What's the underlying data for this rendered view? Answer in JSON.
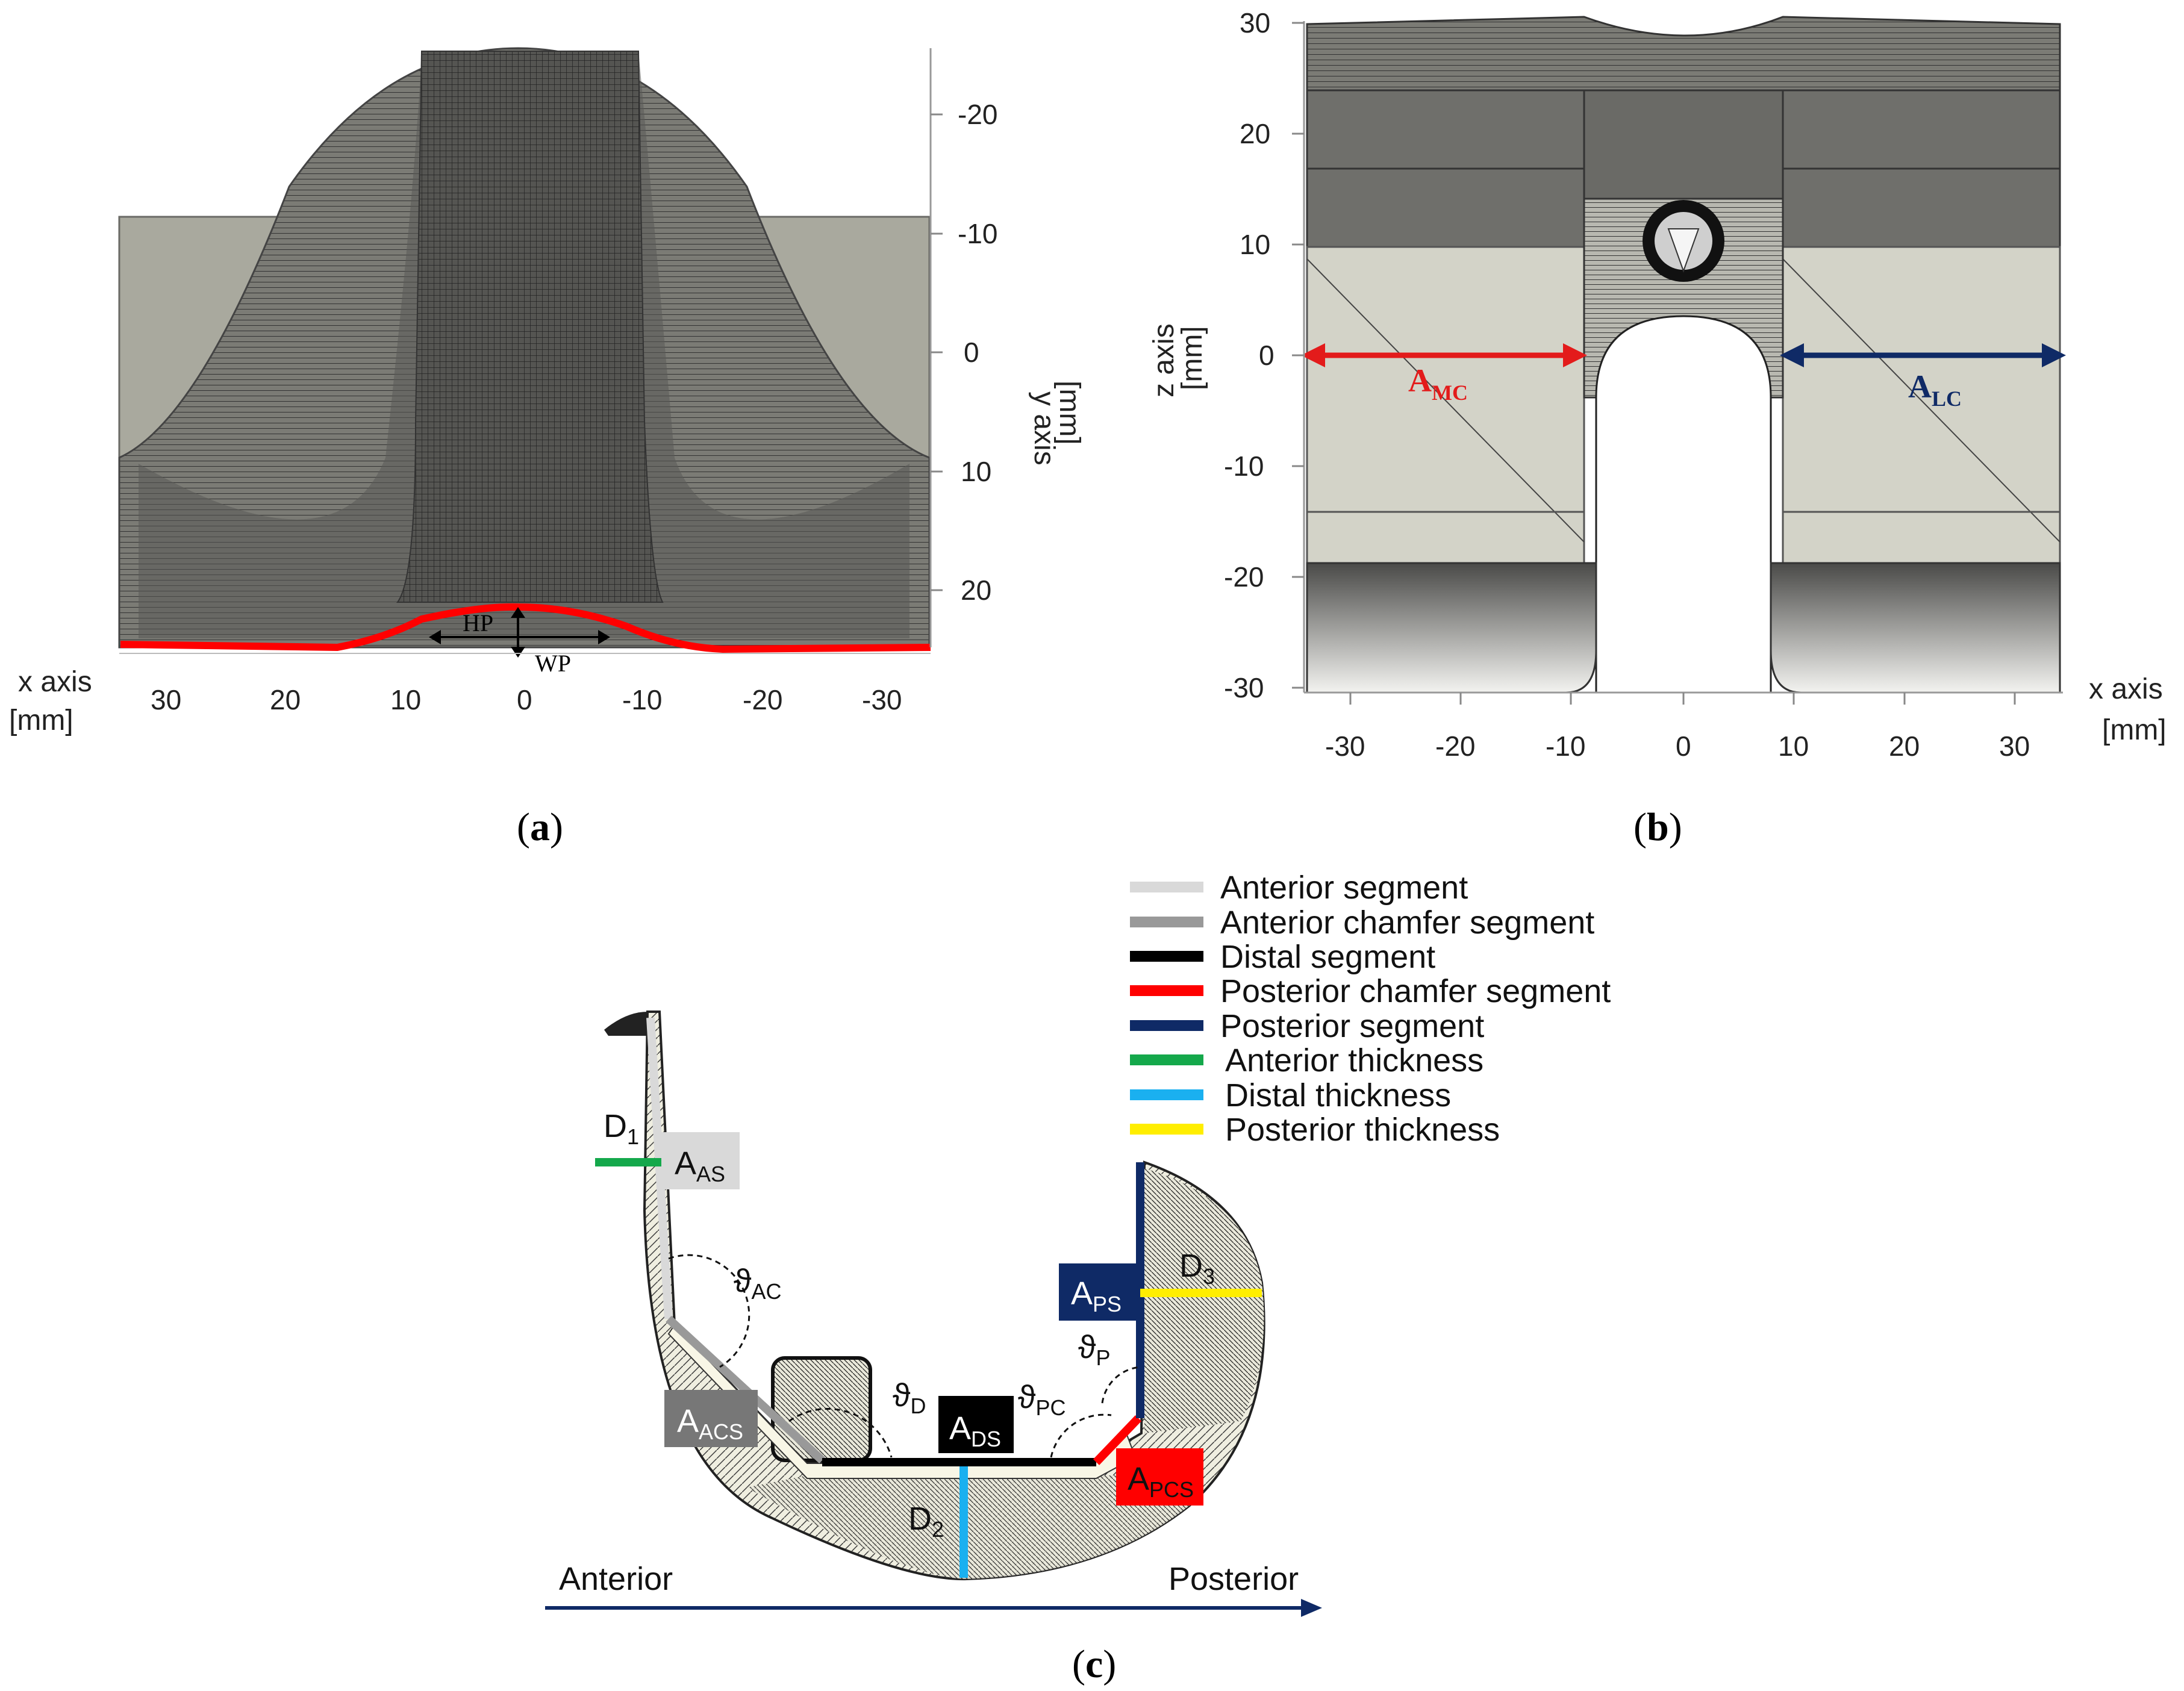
{
  "panel_a": {
    "caption": "a",
    "x_ticks": [
      "30",
      "20",
      "10",
      "0",
      "-10",
      "-20",
      "-30"
    ],
    "y_ticks": [
      "-20",
      "-10",
      "0",
      "10",
      "20"
    ],
    "x_axis_label": "x axis",
    "x_axis_unit": "[mm]",
    "y_axis_label": "y axis",
    "y_axis_unit": "[mm]",
    "hp_label": "HP",
    "wp_label": "WP"
  },
  "panel_b": {
    "caption": "b",
    "z_ticks": [
      "30",
      "20",
      "10",
      "0",
      "-10",
      "-20",
      "-30"
    ],
    "x_ticks": [
      "-30",
      "-20",
      "-10",
      "0",
      "10",
      "20",
      "30"
    ],
    "z_axis_label": "z axis",
    "z_axis_unit": "[mm]",
    "x_axis_label": "x axis",
    "x_axis_unit": "[mm]",
    "amc_main": "A",
    "amc_sub": "MC",
    "alc_main": "A",
    "alc_sub": "LC",
    "colors": {
      "medial_arrow": "#e31b1b",
      "lateral_arrow": "#0f2a66"
    }
  },
  "panel_c": {
    "caption": "c",
    "legend": [
      {
        "label": "Anterior segment",
        "color": "#d9d9d9"
      },
      {
        "label": "Anterior chamfer segment",
        "color": "#999999"
      },
      {
        "label": "Distal segment",
        "color": "#000000"
      },
      {
        "label": "Posterior chamfer segment",
        "color": "#ff0000"
      },
      {
        "label": "Posterior segment",
        "color": "#0f2a66"
      },
      {
        "label": "Anterior thickness",
        "color": "#14a84b"
      },
      {
        "label": "Distal thickness",
        "color": "#1ab0f0"
      },
      {
        "label": "Posterior thickness",
        "color": "#ffee00"
      }
    ],
    "labels": {
      "d1_main": "D",
      "d1_sub": "1",
      "d2_main": "D",
      "d2_sub": "2",
      "d3_main": "D",
      "d3_sub": "3",
      "aas_main": "A",
      "aas_sub": "AS",
      "aacs_main": "A",
      "aacs_sub": "ACS",
      "ads_main": "A",
      "ads_sub": "DS",
      "apcs_main": "A",
      "apcs_sub": "PCS",
      "aps_main": "A",
      "aps_sub": "PS",
      "theta_ac_main": "ϑ",
      "theta_ac_sub": "AC",
      "theta_d_main": "ϑ",
      "theta_d_sub": "D",
      "theta_pc_main": "ϑ",
      "theta_pc_sub": "PC",
      "theta_p_main": "ϑ",
      "theta_p_sub": "P"
    },
    "anterior_label": "Anterior",
    "posterior_label": "Posterior"
  }
}
